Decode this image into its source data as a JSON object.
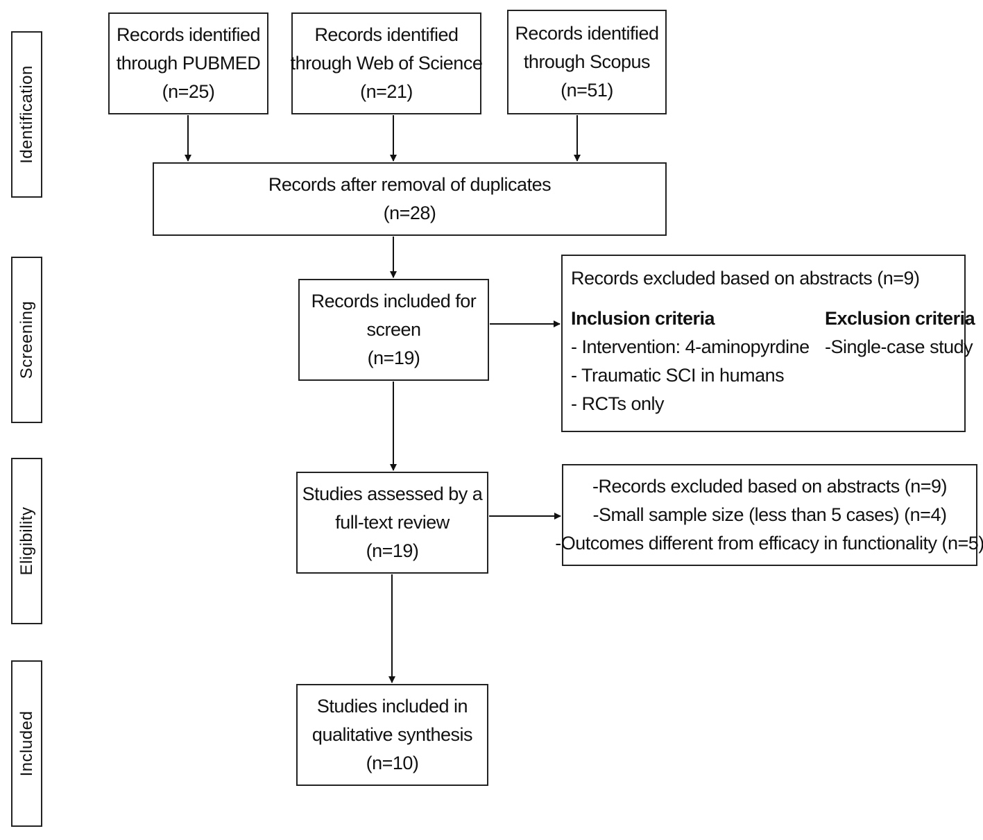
{
  "stages": {
    "identification": "Identification",
    "screening": "Screening",
    "eligibility": "Eligibility",
    "included": "Included"
  },
  "sources": {
    "pubmed": [
      "Records identified",
      "through PUBMED",
      "(n=25)"
    ],
    "wos": [
      "Records identified",
      "through Web of Science",
      "(n=21)"
    ],
    "scopus": [
      "Records identified",
      "through Scopus",
      "(n=51)"
    ]
  },
  "duplicates": [
    "Records after removal of duplicates",
    "(n=28)"
  ],
  "screen": [
    "Records included for",
    "screen",
    "(n=19)"
  ],
  "screen_excluded": {
    "title": "Records excluded based on abstracts (n=9)",
    "inclusion_heading": "Inclusion criteria",
    "inclusion_items": [
      "- Intervention: 4-aminopyrdine",
      "- Traumatic SCI in humans",
      "- RCTs only"
    ],
    "exclusion_heading": "Exclusion criteria",
    "exclusion_items": [
      "-Single-case study"
    ]
  },
  "fulltext": [
    "Studies assessed by a",
    "full-text review",
    "(n=19)"
  ],
  "fulltext_excluded": [
    "-Records excluded based on abstracts (n=9)",
    "-Small sample size (less than 5 cases) (n=4)",
    "-Outcomes different from efficacy in functionality (n=5)"
  ],
  "included": [
    "Studies included in",
    "qualitative synthesis",
    "(n=10)"
  ]
}
